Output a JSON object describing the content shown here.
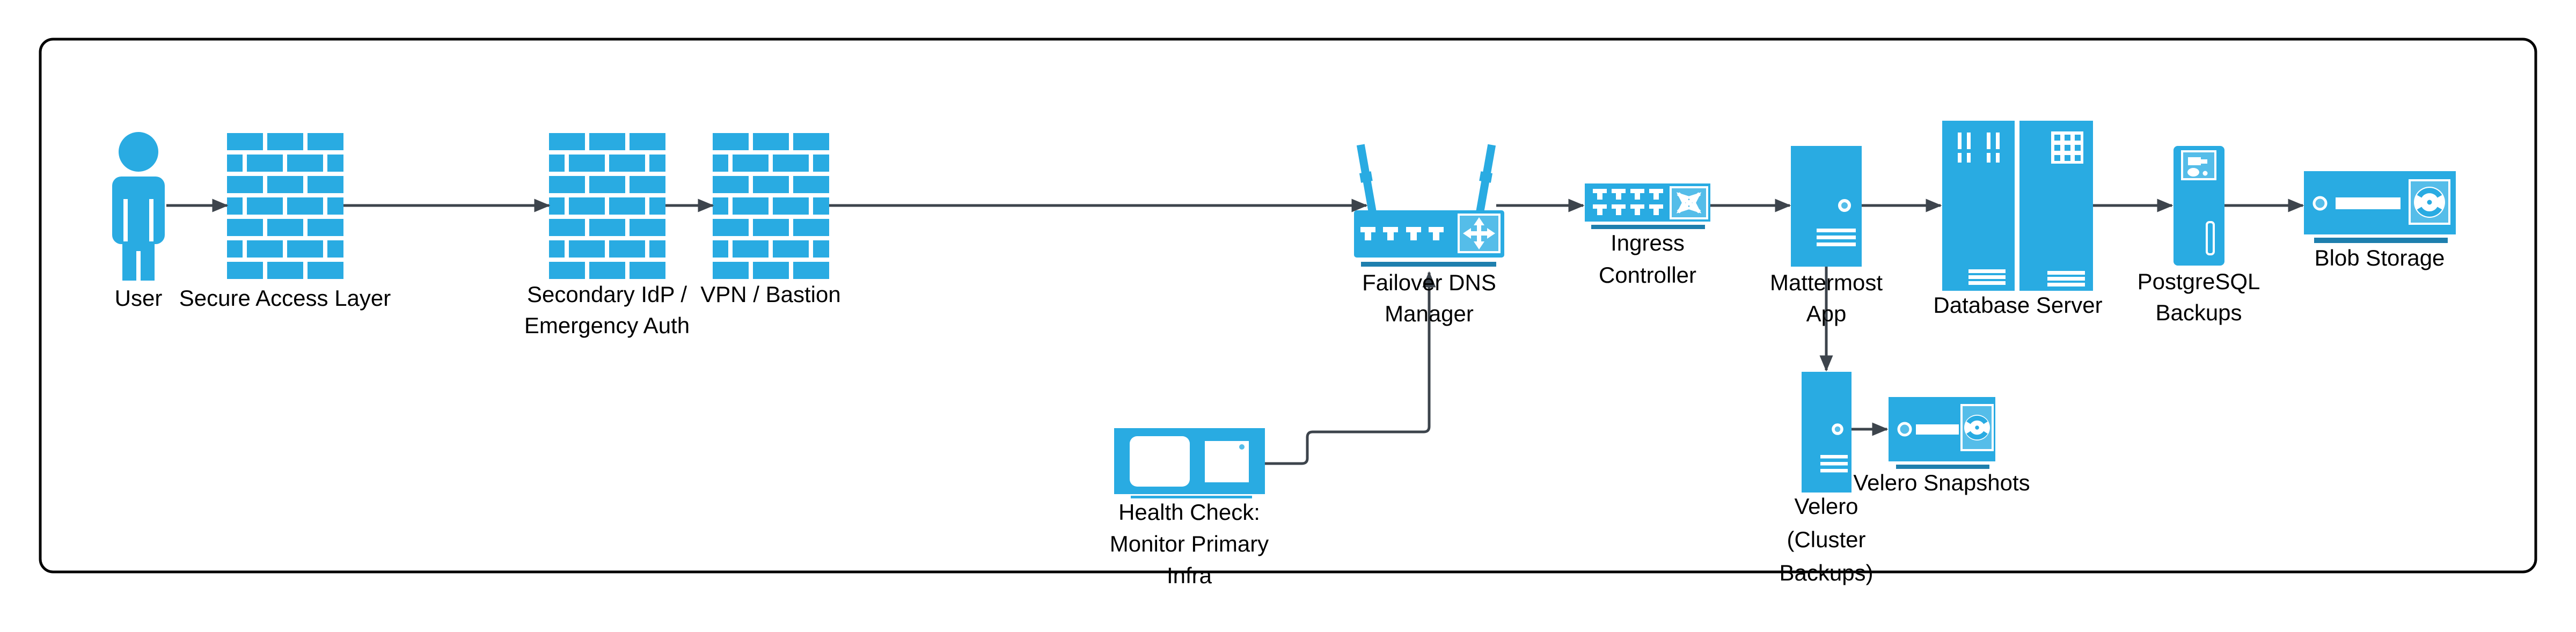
{
  "diagram": {
    "colors": {
      "node_blue": "#29abe2",
      "node_blue_light": "#55bde9",
      "underline_blue_dark": "#1e7fae",
      "arrow_gray": "#3d444c",
      "border_black": "#000000",
      "background": "#ffffff",
      "text": "#000000"
    },
    "nodes": {
      "user": {
        "icon": "person-icon",
        "lines": [
          "User"
        ]
      },
      "secure_access": {
        "icon": "firewall-icon",
        "lines": [
          "Secure Access Layer"
        ]
      },
      "secondary_idp": {
        "icon": "firewall-icon",
        "lines": [
          "Secondary IdP /",
          "Emergency Auth"
        ]
      },
      "vpn_bastion": {
        "icon": "firewall-icon",
        "lines": [
          "VPN / Bastion"
        ]
      },
      "failover_dns": {
        "icon": "wireless-router-icon",
        "lines": [
          "Failover DNS",
          "Manager"
        ]
      },
      "ingress": {
        "icon": "network-switch-icon",
        "lines": [
          "Ingress",
          "Controller"
        ]
      },
      "mattermost": {
        "icon": "server-tower-icon",
        "lines": [
          "Mattermost",
          "App"
        ]
      },
      "database": {
        "icon": "server-rack-icon",
        "lines": [
          "Database Server"
        ]
      },
      "pg_backups": {
        "icon": "backup-server-icon",
        "lines": [
          "PostgreSQL",
          "Backups"
        ]
      },
      "blob": {
        "icon": "storage-device-icon",
        "lines": [
          "Blob Storage"
        ]
      },
      "health_check": {
        "icon": "health-monitor-icon",
        "lines": [
          "Health Check:",
          "Monitor Primary",
          "Infra"
        ]
      },
      "velero": {
        "icon": "server-tower-icon",
        "lines": [
          "Velero",
          "(Cluster",
          "Backups)"
        ]
      },
      "velero_snapshots": {
        "icon": "storage-device-icon",
        "lines": [
          "Velero Snapshots"
        ]
      }
    },
    "edges": [
      {
        "from": "user",
        "to": "secure_access"
      },
      {
        "from": "secure_access",
        "to": "secondary_idp"
      },
      {
        "from": "secondary_idp",
        "to": "vpn_bastion"
      },
      {
        "from": "vpn_bastion",
        "to": "failover_dns"
      },
      {
        "from": "failover_dns",
        "to": "ingress"
      },
      {
        "from": "ingress",
        "to": "mattermost"
      },
      {
        "from": "mattermost",
        "to": "database"
      },
      {
        "from": "database",
        "to": "pg_backups"
      },
      {
        "from": "pg_backups",
        "to": "blob"
      },
      {
        "from": "health_check",
        "to": "failover_dns"
      },
      {
        "from": "mattermost",
        "to": "velero"
      },
      {
        "from": "velero",
        "to": "velero_snapshots"
      }
    ]
  }
}
